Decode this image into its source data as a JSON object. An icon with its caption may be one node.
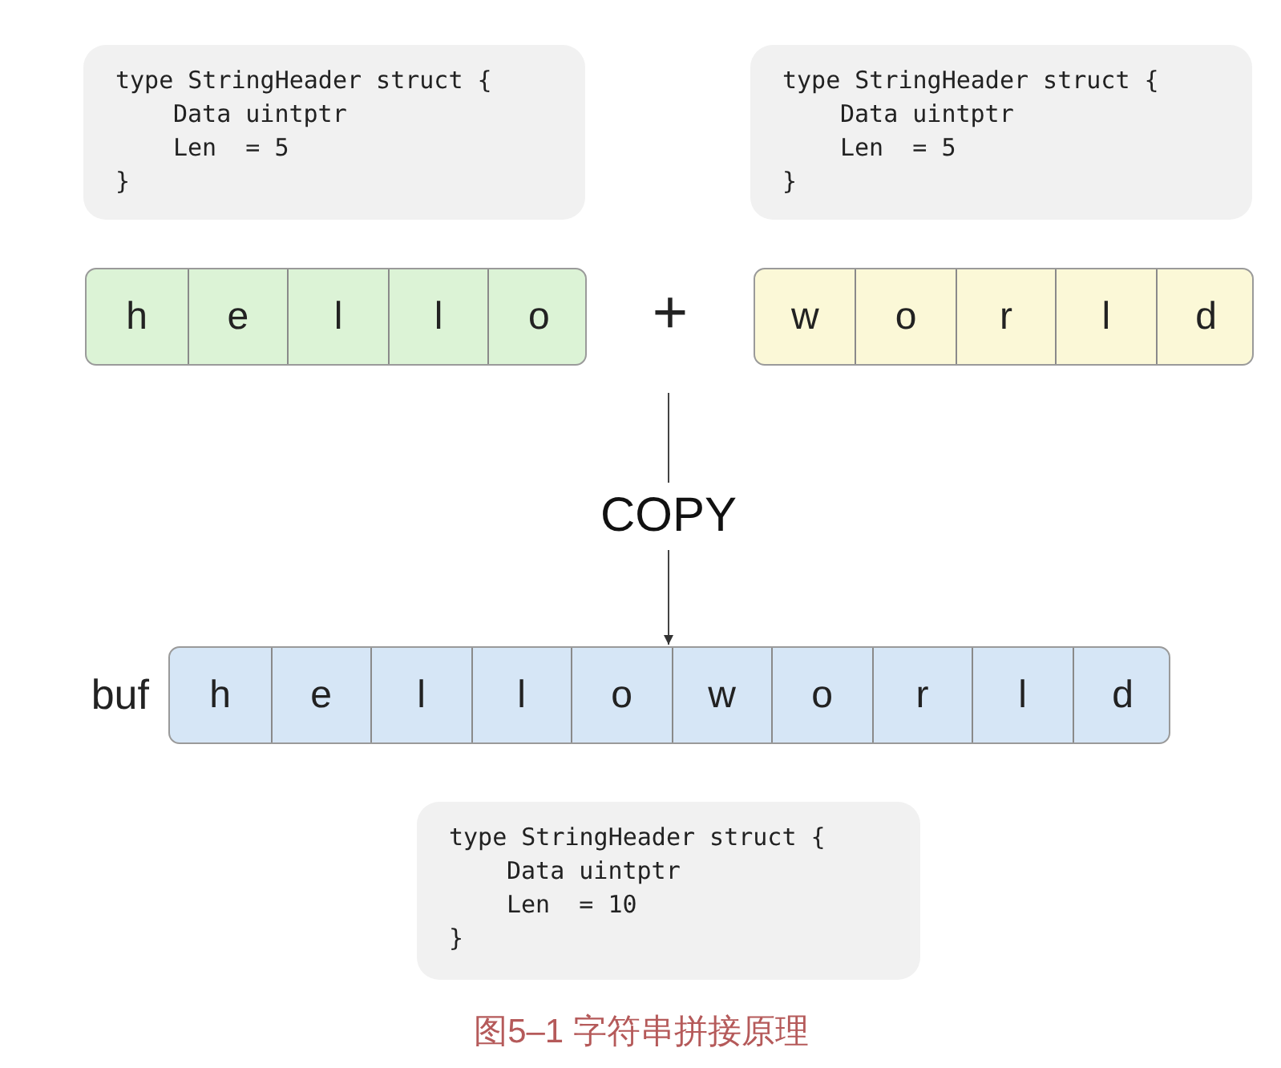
{
  "diagram": {
    "caption": "图5–1 字符串拼接原理",
    "nodes": [
      {
        "text": [
          "type StringHeader struct {",
          "Data uintptr",
          "Len  = 5",
          "}"
        ]
      },
      {
        "text": [
          "type StringHeader struct {",
          "Data uintptr",
          "Len  = 5",
          "}"
        ]
      },
      {
        "text": [],
        "shape": "box"
      },
      {
        "text": [
          "h"
        ],
        "in": 2
      },
      {
        "text": [
          "e"
        ],
        "in": 2
      },
      {
        "text": [
          "l"
        ],
        "in": 2
      },
      {
        "text": [
          "l"
        ],
        "in": 2
      },
      {
        "text": [
          "o"
        ],
        "in": 2
      },
      {
        "text": [],
        "shape": "box"
      },
      {
        "text": [
          "w"
        ],
        "in": 8
      },
      {
        "text": [
          "o"
        ],
        "in": 8
      },
      {
        "text": [
          "r"
        ],
        "in": 8
      },
      {
        "text": [
          "l"
        ],
        "in": 8
      },
      {
        "text": [
          "d"
        ],
        "in": 8
      },
      {
        "text": [],
        "shape": "box",
        "beside": [
          "buf"
        ]
      },
      {
        "text": [
          "h"
        ],
        "in": 14
      },
      {
        "text": [
          "e"
        ],
        "in": 14
      },
      {
        "text": [
          "l"
        ],
        "in": 14
      },
      {
        "text": [
          "l"
        ],
        "in": 14
      },
      {
        "text": [
          "o"
        ],
        "in": 14
      },
      {
        "text": [
          "w"
        ],
        "in": 14
      },
      {
        "text": [
          "o"
        ],
        "in": 14
      },
      {
        "text": [
          "r"
        ],
        "in": 14
      },
      {
        "text": [
          "l"
        ],
        "in": 14
      },
      {
        "text": [
          "d"
        ],
        "in": 14
      },
      {
        "text": [
          "type StringHeader struct {",
          "Data uintptr",
          "Len  = 10",
          "}"
        ]
      }
    ],
    "edges": [
      {
        "from": null,
        "to": 14,
        "arrow": "to",
        "label": "COPY"
      }
    ],
    "labels": [
      "+"
    ]
  }
}
